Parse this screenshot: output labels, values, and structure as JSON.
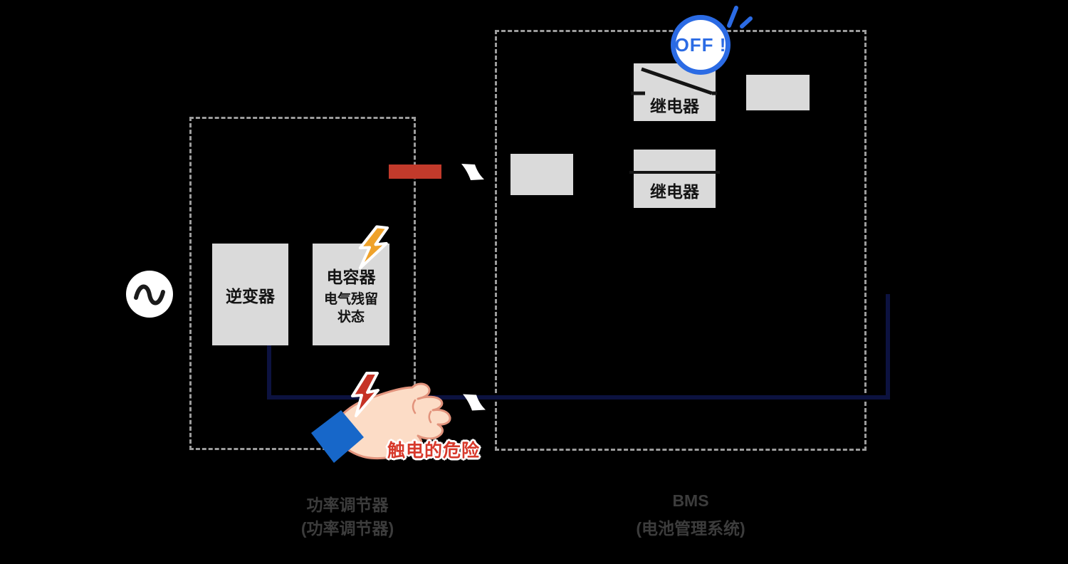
{
  "colors": {
    "background": "#000000",
    "component_fill": "#dadada",
    "dashed_border": "#9c9c9c",
    "wire_navy": "#0c1240",
    "blocked_bar_red": "#c23a2b",
    "warning_red": "#d7392b",
    "off_badge_blue": "#2b6be4",
    "caption_gray": "#3c3c3c",
    "bolt_orange": "#efa22a",
    "shock_bolt_red": "#c63326",
    "hand_skin": "#fcdcc6",
    "hand_outline": "#e2937c",
    "sleeve_blue": "#1767c9"
  },
  "power_conditioner": {
    "inverter_label": "逆变器",
    "capacitor_title": "电容器",
    "capacitor_line1": "电气残留",
    "capacitor_line2": "状态",
    "caption_line1": "功率调节器",
    "caption_line2": "(功率调节器)"
  },
  "bms": {
    "off_badge_label": "OFF !",
    "relay_top_label": "继电器",
    "relay_bottom_label": "继电器",
    "caption_line1": "BMS",
    "caption_line2": "(电池管理系统)"
  },
  "warning": {
    "shock_text": "触电的危险"
  }
}
